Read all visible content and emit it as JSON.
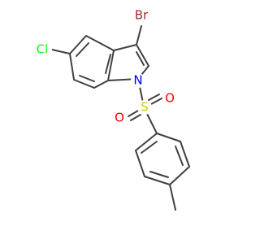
{
  "colors": {
    "bond": "#404040",
    "background": "#ffffff",
    "Br": "#A62929",
    "Cl": "#1FF01F",
    "N": "#0000FF",
    "S": "#CCCC00",
    "O": "#FF0000"
  },
  "atoms": {
    "br": "Br",
    "cl": "Cl",
    "n": "N",
    "s": "S",
    "o1": "O",
    "o2": "O"
  }
}
